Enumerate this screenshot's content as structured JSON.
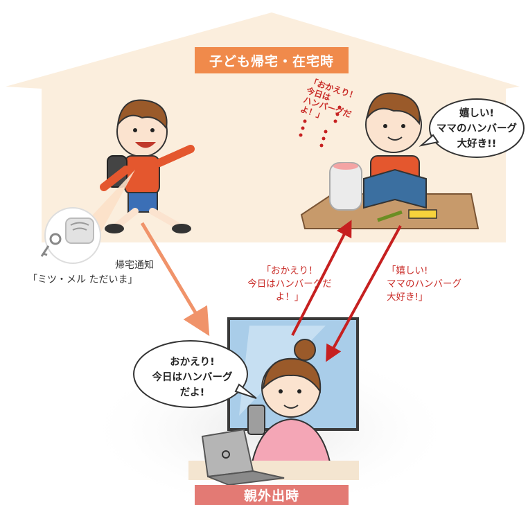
{
  "home_section": {
    "title": "子ども帰宅・在宅時"
  },
  "away_section": {
    "title": "親外出時"
  },
  "notification": {
    "line1": "帰宅通知",
    "line2": "「ミツ・メル ただいま」"
  },
  "parent_message_label": {
    "line1": "「おかえり！",
    "line2": "今日はハンバーグだよ！」"
  },
  "child_reply_label": {
    "line1": "「嬉しい!",
    "line2": "ママのハンバーグ",
    "line3": "大好き!」"
  },
  "child_bubble": {
    "line1": "嬉しい!",
    "line2": "ママのハンバーグ",
    "line3": "大好き!!"
  },
  "parent_bubble": {
    "line1": "おかえり!",
    "line2": "今日はハンバーグ",
    "line3": "だよ!"
  },
  "speaker_output": {
    "line1": "「おかえり！",
    "line2": "今日は",
    "line3": "ハンバーグだよ！」"
  },
  "colors": {
    "house": "#fbeedd",
    "home_pill": "#f08a4b",
    "away_pill": "#e37a74",
    "orange_arrow": "#f0936a",
    "red_arrow": "#c62020",
    "window": "#a9cde9"
  }
}
